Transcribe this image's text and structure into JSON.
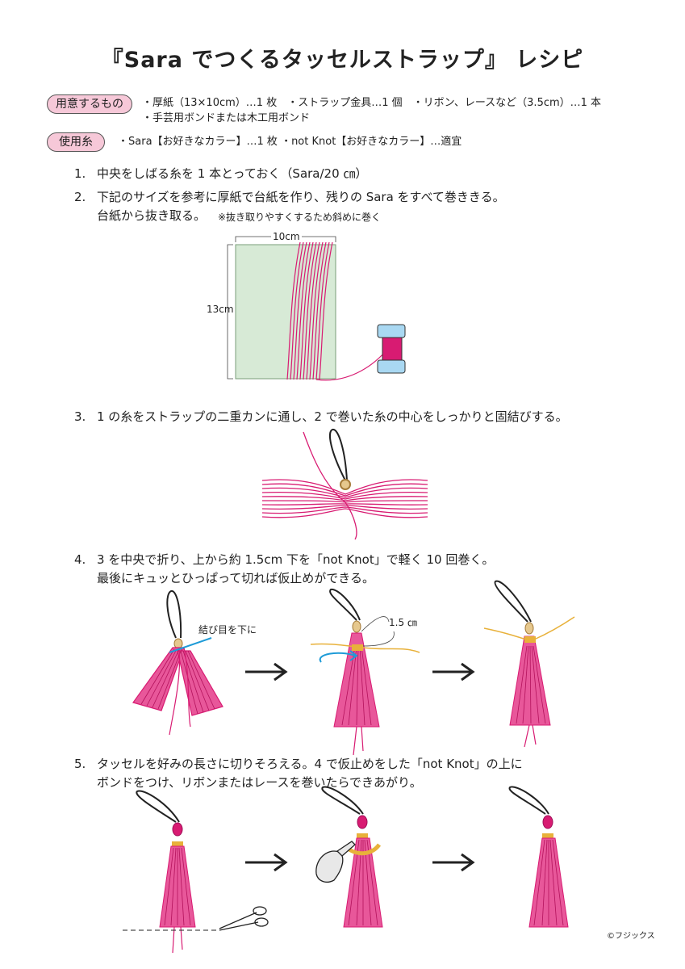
{
  "title": "『Sara でつくるタッセルストラップ』 レシピ",
  "materials": {
    "label": "用意するもの",
    "line1": "・厚紙（13×10cm）…1 枚　・ストラップ金具…1 個　・リボン、レースなど（3.5cm）…1 本",
    "line2": "・手芸用ボンドまたは木工用ボンド"
  },
  "threads": {
    "label": "使用糸",
    "line1": "・Sara【お好きなカラー】…1 枚 ・not Knot【お好きなカラー】…適宜"
  },
  "steps": [
    {
      "num": "1.",
      "text": "中央をしばる糸を 1 本とっておく（Sara/20 ㎝）"
    },
    {
      "num": "2.",
      "text": "下記のサイズを参考に厚紙で台紙を作り、残りの Sara をすべて巻ききる。",
      "text2": "台紙から抜き取る。",
      "note": "※抜き取りやすくするため斜めに巻く"
    },
    {
      "num": "3.",
      "text": "1 の糸をストラップの二重カンに通し、2 で巻いた糸の中心をしっかりと固結びする。"
    },
    {
      "num": "4.",
      "text": "3 を中央で折り、上から約 1.5cm 下を「not Knot」で軽く 10 回巻く。",
      "text2": "最後にキュッとひっぱって切れば仮止めができる。"
    },
    {
      "num": "5.",
      "text": "タッセルを好みの長さに切りそろえる。4 で仮止めをした「not Knot」の上に",
      "text2": "ボンドをつけ、リボンまたはレースを巻いたらできあがり。"
    }
  ],
  "diagram": {
    "width_label": "10cm",
    "height_label": "13cm",
    "knot_label": "結び目を下に",
    "wrap_label": "1.5 ㎝"
  },
  "colors": {
    "thread": "#d81b72",
    "card": "#d7ead6",
    "pill": "#f6c8d8",
    "notknot": "#e8b13a",
    "arrow_blue": "#1e9bd7"
  },
  "copyright": "©フジックス"
}
